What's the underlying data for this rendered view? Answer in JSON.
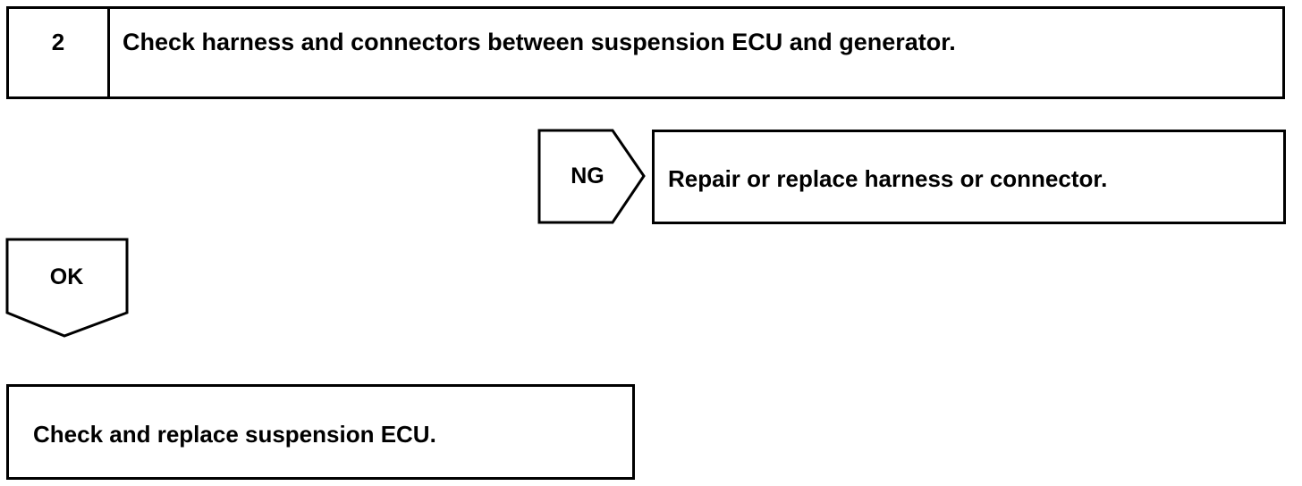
{
  "step": {
    "number": "2",
    "title": "Check harness and connectors between suspension ECU and generator."
  },
  "ng_branch": {
    "label": "NG",
    "action": "Repair or replace harness or connector."
  },
  "ok_branch": {
    "label": "OK",
    "action": "Check and replace suspension ECU."
  }
}
